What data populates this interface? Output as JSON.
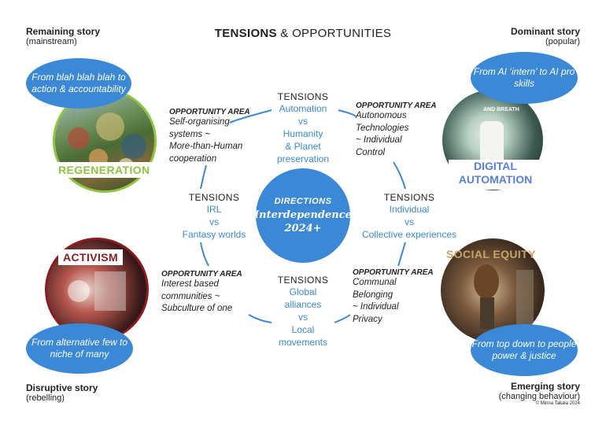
{
  "title": {
    "bold": "TENSIONS",
    "rest": " & OPPORTUNITIES"
  },
  "corners": {
    "remaining": {
      "title": "Remaining story",
      "sub": "(mainstream)"
    },
    "dominant": {
      "title": "Dominant story",
      "sub": "(popular)"
    },
    "disruptive": {
      "title": "Disruptive story",
      "sub": "(rebelling)"
    },
    "emerging": {
      "title": "Emerging story",
      "sub": "(changing behaviour)"
    }
  },
  "bubbles": {
    "top_left": "From blah blah blah to action & accountability",
    "top_right": "From AI ‘intern’ to AI pro skills",
    "bottom_left": "From alternative few to niche of many",
    "bottom_right": "From top down to people power & justice"
  },
  "themes": {
    "regeneration": "REGENERATION",
    "digital_automation_1": "DIGITAL",
    "digital_automation_2": "AUTOMATION",
    "activism": "ACTIVISM",
    "social_equity": "SOCIAL EQUITY"
  },
  "photo_text": {
    "and_breath": "AND BREATH"
  },
  "center": {
    "label": "DIRECTIONS",
    "title": "Interdependence",
    "year": "2024+"
  },
  "tensions": {
    "top": {
      "head": "TENSIONS",
      "l1": "Automation",
      "l2": "vs",
      "l3": "Humanity",
      "l4": "& Planet",
      "l5": "preservation"
    },
    "left": {
      "head": "TENSIONS",
      "l1": "IRL",
      "l2": "vs",
      "l3": "Fantasy worlds"
    },
    "right": {
      "head": "TENSIONS",
      "l1": "Individual",
      "l2": "vs",
      "l3": "Collective experiences"
    },
    "bottom": {
      "head": "TENSIONS",
      "l1": "Global",
      "l2": "alliances",
      "l3": "vs",
      "l4": "Local",
      "l5": "movements"
    }
  },
  "opportunities": {
    "top_left": {
      "head": "OPPORTUNITY AREA",
      "l1": "Self-organising",
      "l2": "systems ~",
      "l3": "More-than-Human",
      "l4": "cooperation"
    },
    "top_right": {
      "head": "OPPORTUNITY AREA",
      "l1": "Autonomous",
      "l2": "Technologies",
      "l3": "~ Individual",
      "l4": "Control"
    },
    "bottom_left": {
      "head": "OPPORTUNITY AREA",
      "l1": "Interest based",
      "l2": "communities ~",
      "l3": "Subculture of one"
    },
    "bottom_right": {
      "head": "OPPORTUNITY AREA",
      "l1": "Communal",
      "l2": "Belonging",
      "l3": "~ Individual",
      "l4": "Privacy"
    }
  },
  "copyright": "© Minna Takala 2024",
  "colors": {
    "accent_blue": "#3a88d6",
    "regeneration_green": "#8cc63f",
    "digital_blue": "#5b7fd6",
    "activism_red": "#8a1c22",
    "equity_gold": "#c8a46a"
  }
}
